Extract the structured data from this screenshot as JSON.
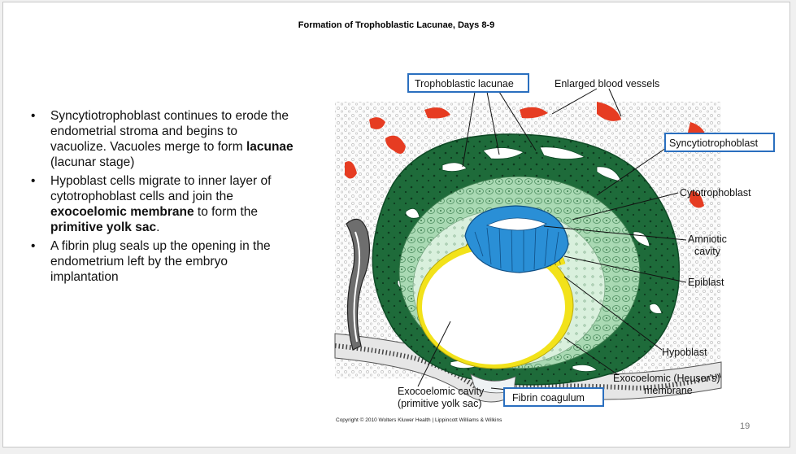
{
  "title": "Formation of Trophoblastic Lacunae, Days 8-9",
  "bullets": [
    {
      "pre": "Syncytiotrophoblast continues to erode the endometrial stroma and begins to vacuolize. Vacuoles merge to form ",
      "bold": "lacunae",
      "post": " (lacunar stage)"
    },
    {
      "pre": "Hypoblast cells migrate to inner layer of cytotrophoblast cells and join the ",
      "bold": "exocoelomic membrane",
      "mid": " to form the ",
      "bold2": "primitive yolk sac",
      "post": "."
    },
    {
      "pre": "A fibrin plug seals up the opening in the endometrium left by the embryo implantation"
    }
  ],
  "labels": {
    "trophoblastic_lacunae": "Trophoblastic lacunae",
    "enlarged_vessels": "Enlarged blood vessels",
    "syncytiotrophoblast": "Syncytiotrophoblast",
    "cytotrophoblast": "Cytotrophoblast",
    "amniotic_1": "Amniotic",
    "amniotic_2": "cavity",
    "epiblast": "Epiblast",
    "hypoblast": "Hypoblast",
    "exocoelomic_membrane_1": "Exocoelomic (Heuser's)",
    "exocoelomic_membrane_2": "membrane",
    "fibrin": "Fibrin coagulum",
    "exocoelomic_cavity_1": "Exocoelomic cavity",
    "exocoelomic_cavity_2": "(primitive yolk sac)"
  },
  "bullet_glyph": "•",
  "copyright": "Copyright © 2010 Wolters Kluwer Health | Lippincott Williams & Wilkins",
  "page_number": "19",
  "colors": {
    "syncytio": "#1e6b3a",
    "cyto": "#a9d9b3",
    "epiblast": "#2a8fd6",
    "hypoblast": "#f2e21a",
    "vessel": "#e63c22",
    "label_box": "#2a6fbf"
  }
}
